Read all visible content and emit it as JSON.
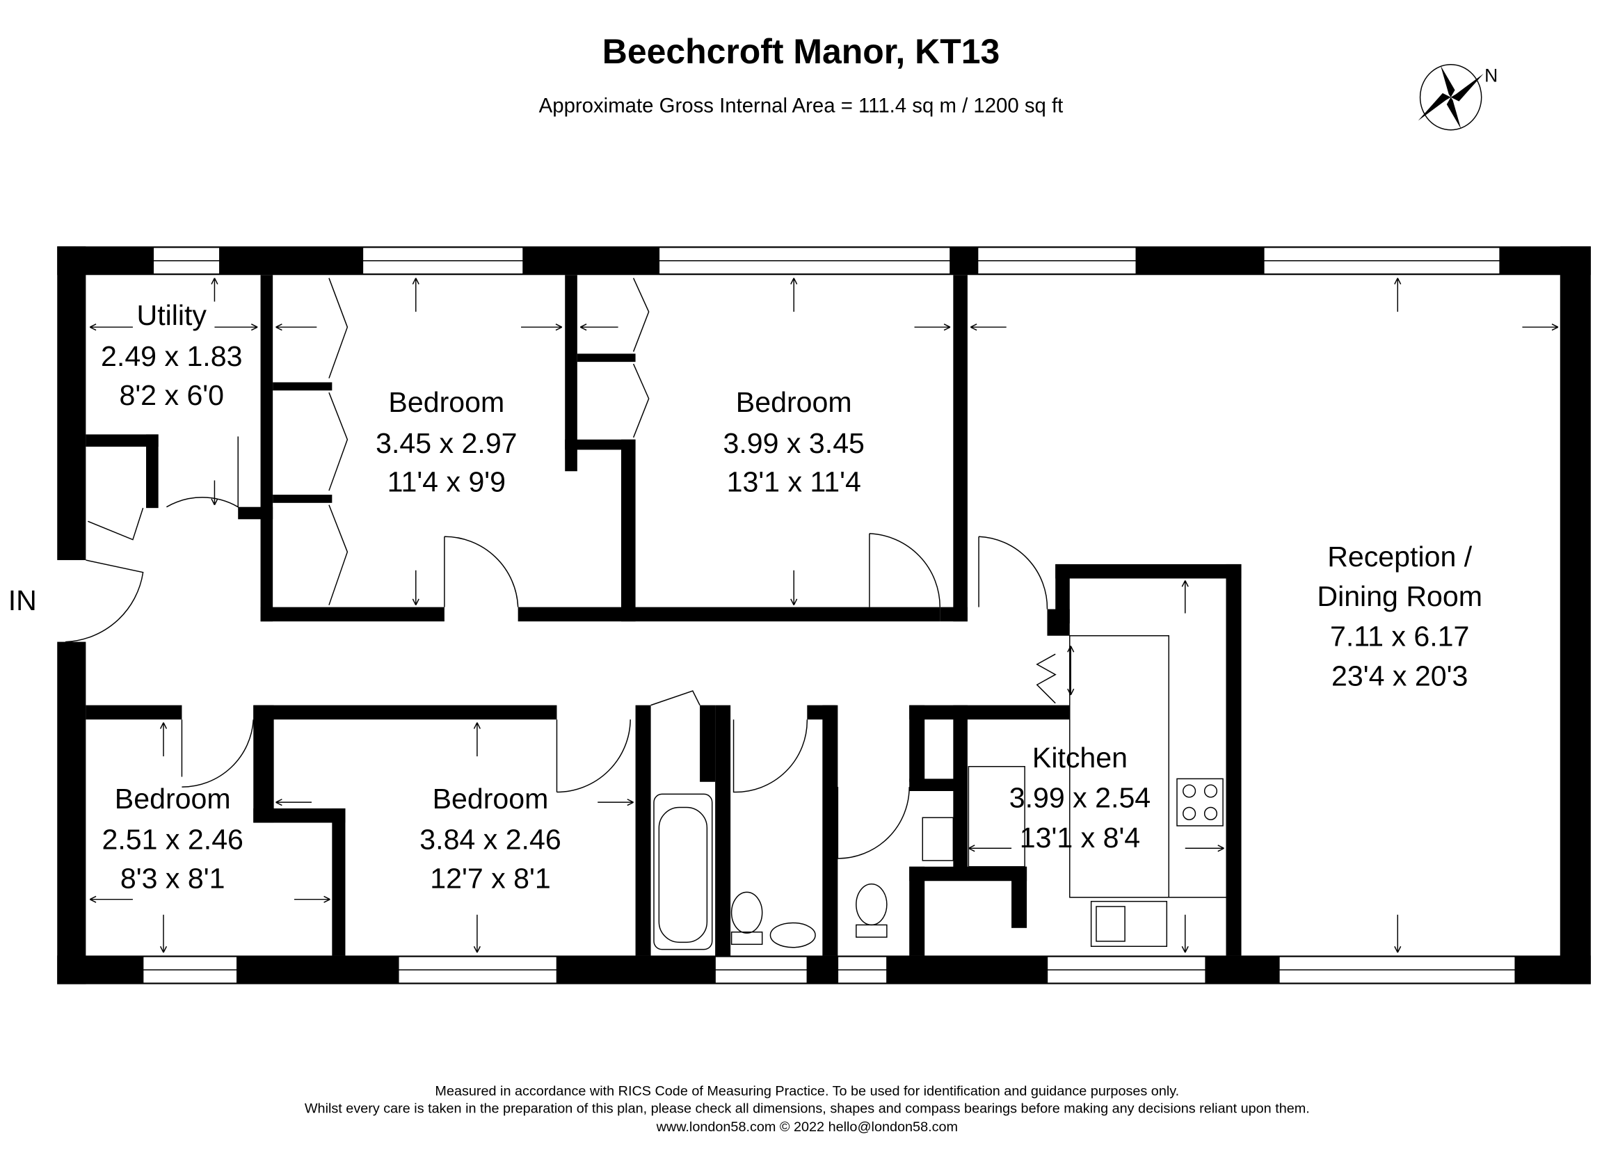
{
  "header": {
    "title": "Beechcroft Manor, KT13",
    "subtitle": "Approximate Gross Internal Area = 111.4 sq m / 1200 sq ft",
    "compass_label": "N"
  },
  "entrance_label": "IN",
  "rooms": {
    "utility": {
      "name": "Utility",
      "metric": "2.49 x 1.83",
      "imperial": "8'2 x 6'0"
    },
    "bedroom1": {
      "name": "Bedroom",
      "metric": "3.45 x 2.97",
      "imperial": "11'4 x 9'9"
    },
    "bedroom2": {
      "name": "Bedroom",
      "metric": "3.99 x 3.45",
      "imperial": "13'1 x 11'4"
    },
    "reception": {
      "name1": "Reception /",
      "name2": "Dining Room",
      "metric": "7.11 x 6.17",
      "imperial": "23'4 x 20'3"
    },
    "bedroom3": {
      "name": "Bedroom",
      "metric": "2.51 x 2.46",
      "imperial": "8'3 x 8'1"
    },
    "bedroom4": {
      "name": "Bedroom",
      "metric": "3.84 x 2.46",
      "imperial": "12'7 x 8'1"
    },
    "kitchen": {
      "name": "Kitchen",
      "metric": "3.99 x 2.54",
      "imperial": "13'1 x 8'4"
    }
  },
  "footer": {
    "line1": "Measured in accordance with RICS Code of Measuring Practice. To be used for identification and guidance purposes only.",
    "line2": "Whilst every care is taken in the preparation of this plan, please check all dimensions, shapes and compass bearings before making any decisions reliant upon them.",
    "line3": "www.london58.com © 2022 hello@london58.com"
  }
}
